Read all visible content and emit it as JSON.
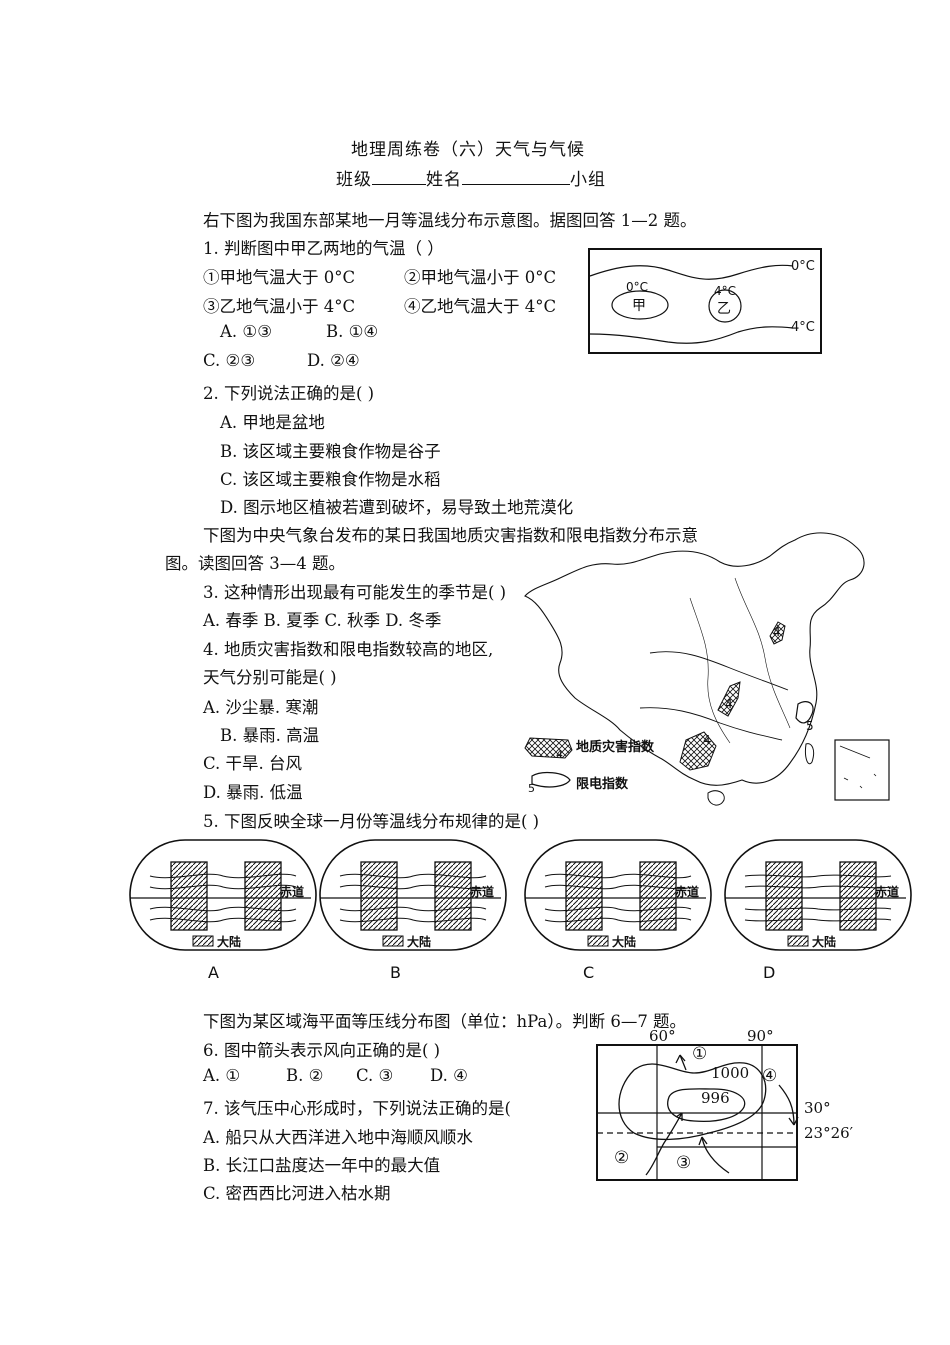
{
  "header": {
    "title": "地理周练卷（六）天气与气候",
    "class_label": "班级",
    "name_label": "姓名",
    "group_label": "小组"
  },
  "intro1": "右下图为我国东部某地一月等温线分布示意图。据图回答 1—2 题。",
  "q1": {
    "stem": "1. 判断图中甲乙两地的气温（      ）",
    "s1": "①甲地气温大于 0°C",
    "s2": "②甲地气温小于 0°C",
    "s3": "③乙地气温小于 4°C",
    "s4": "④乙地气温大于 4°C",
    "a": "A. ①③",
    "b": "B. ①④",
    "c": "C. ②③",
    "d": "D. ②④"
  },
  "q2": {
    "stem": "2. 下列说法正确的是(      )",
    "a": "A. 甲地是盆地",
    "b": "B. 该区域主要粮食作物是谷子",
    "c": "C. 该区域主要粮食作物是水稻",
    "d": "D. 图示地区植被若遭到破坏，易导致土地荒漠化"
  },
  "intro2_line1": "下图为中央气象台发布的某日我国地质灾害指数和限电指数分布示意",
  "intro2_line2": "图。读图回答 3—4 题。",
  "q3": {
    "stem": "3. 这种情形出现最有可能发生的季节是(      )",
    "options": "A. 春季 B. 夏季 C. 秋季 D. 冬季"
  },
  "q4": {
    "stem_line1": "4. 地质灾害指数和限电指数较高的地区,",
    "stem_line2": "天气分别可能是(      )",
    "a": "A. 沙尘暴. 寒潮",
    "b": "B. 暴雨. 高温",
    "c": "C. 干旱. 台风",
    "d": "D. 暴雨. 低温"
  },
  "q5": {
    "stem": "5. 下图反映全球一月份等温线分布规律的是(      )"
  },
  "intro3": "下图为某区域海平面等压线分布图（单位：hPa）。判断 6—7 题。",
  "q6": {
    "stem": "6. 图中箭头表示风向正确的是(      )",
    "a": "A. ①",
    "b": "B. ②",
    "c": "C. ③",
    "d": "D. ④"
  },
  "q7": {
    "stem": "7. 该气压中心形成时，下列说法正确的是(",
    "a": "A. 船只从大西洋进入地中海顺风顺水",
    "b": "B. 长江口盐度达一年中的最大值",
    "c": "C. 密西西比河进入枯水期"
  },
  "fig_isotherm": {
    "label_0c": "0°C",
    "label_4c": "4°C",
    "center_0c": "0°C",
    "center_4c": "4°C",
    "place_jia": "甲",
    "place_yi": "乙"
  },
  "fig_china": {
    "legend_geo": "地质灾害指数",
    "legend_power": "限电指数",
    "legend_num_4": "4",
    "legend_num_5": "5",
    "mark_a": "4",
    "mark_b": "4",
    "mark_c": "4",
    "mark_d": "5"
  },
  "fig_globe": {
    "equator": "赤道",
    "continent": "大陆",
    "labels": [
      "A",
      "B",
      "C",
      "D"
    ]
  },
  "fig_pressure": {
    "lon_60": "60°",
    "lon_90": "90°",
    "lat_30": "30°",
    "lat_2326": "23°26′",
    "isobar_1000": "1000",
    "isobar_996": "996",
    "m1": "①",
    "m2": "②",
    "m3": "③",
    "m4": "④"
  }
}
